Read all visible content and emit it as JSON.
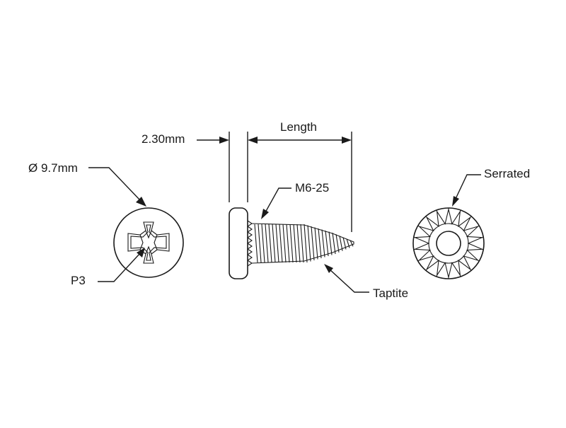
{
  "labels": {
    "diameter": "Ø 9.7mm",
    "head_height": "2.30mm",
    "length": "Length",
    "thread_spec": "M6-25",
    "drive": "P3",
    "thread_type": "Taptite",
    "underside": "Serrated"
  },
  "colors": {
    "ink": "#1a1a1a",
    "background": "#ffffff"
  },
  "serration_count": 18
}
